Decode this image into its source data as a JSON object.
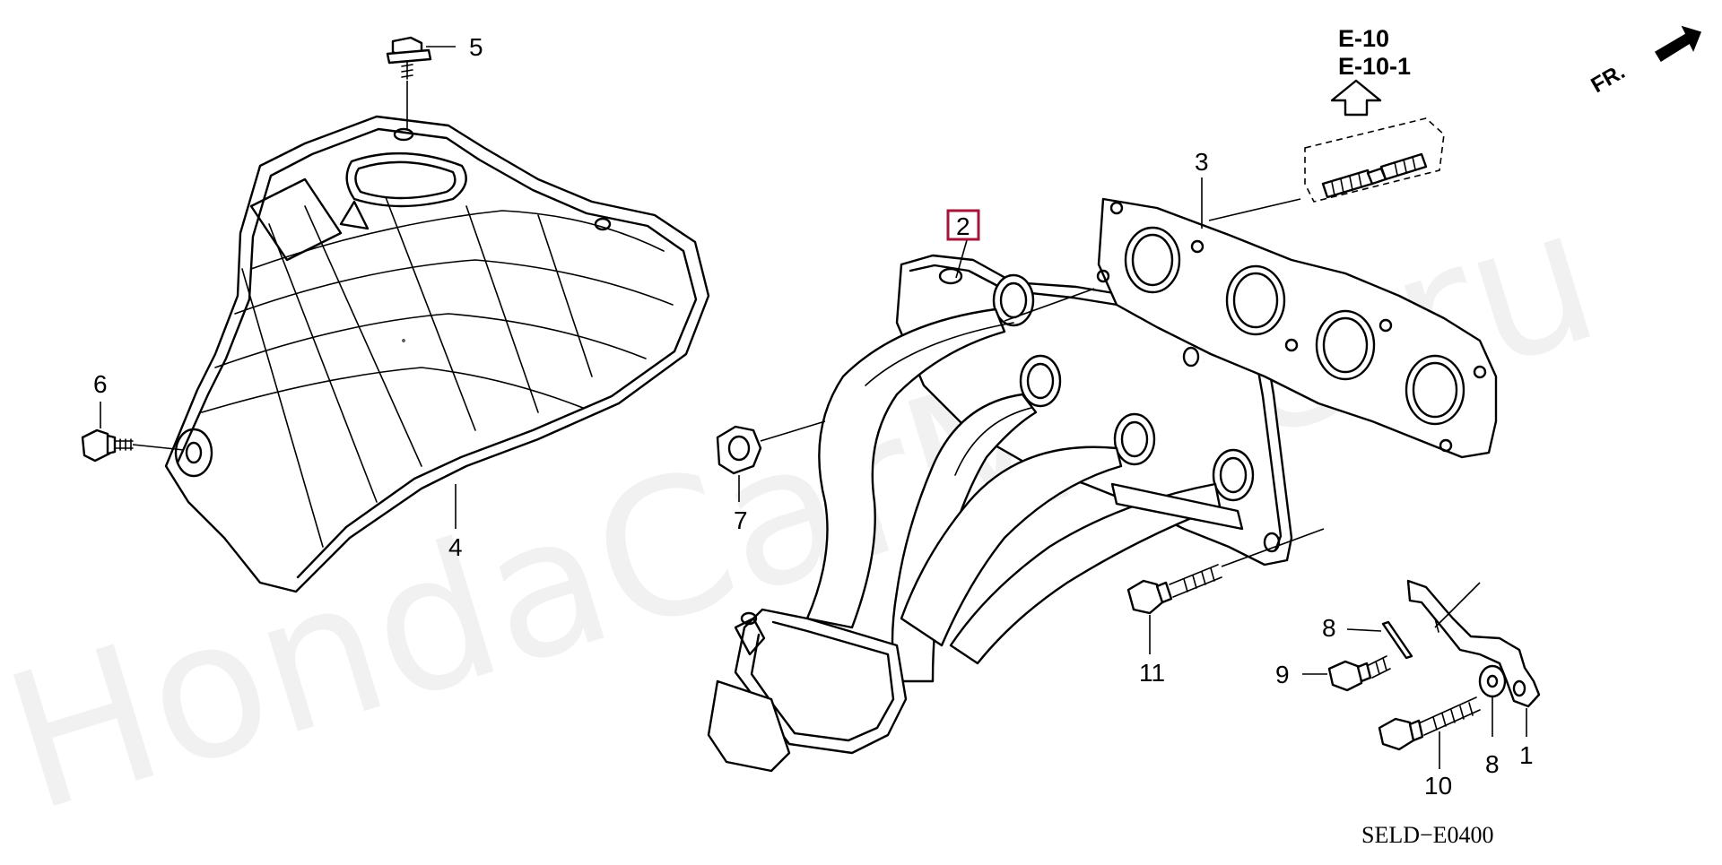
{
  "diagram": {
    "watermark": "HondaCarMine.ru",
    "direction_label": "FR.",
    "reference_codes": [
      "E-10",
      "E-10-1"
    ],
    "drawing_code": "SELD−E0400",
    "highlight_color": "#a5153a",
    "callouts": {
      "c1": "1",
      "c2": "2",
      "c3": "3",
      "c4": "4",
      "c5": "5",
      "c6": "6",
      "c7": "7",
      "c8a": "8",
      "c8b": "8",
      "c9": "9",
      "c10": "10",
      "c11": "11"
    }
  }
}
